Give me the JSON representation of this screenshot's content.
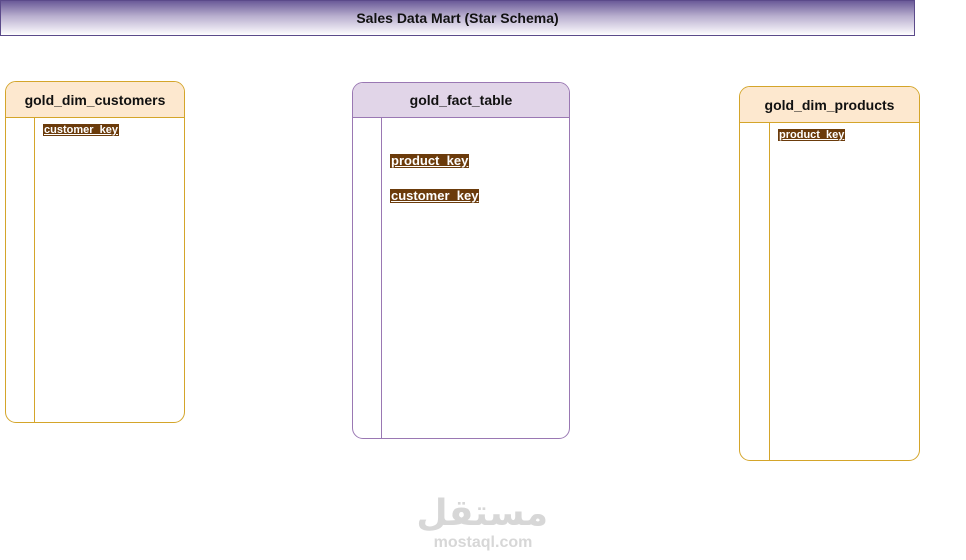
{
  "title": "Sales Data Mart (Star Schema)",
  "entities": {
    "customers": {
      "name": "gold_dim_customers",
      "keys": [
        "customer_key"
      ]
    },
    "fact": {
      "name": "gold_fact_table",
      "keys": [
        "product_key",
        "customer_key"
      ]
    },
    "products": {
      "name": "gold_dim_products",
      "keys": [
        "product_key"
      ]
    }
  },
  "watermark": {
    "logo": "مستقل",
    "site": "mostaql.com"
  },
  "colors": {
    "dimension_border": "#d4a52a",
    "dimension_header": "#fde8cf",
    "fact_border": "#9a78b3",
    "fact_header": "#e1d5e8",
    "key_highlight": "#6b3b0b"
  }
}
